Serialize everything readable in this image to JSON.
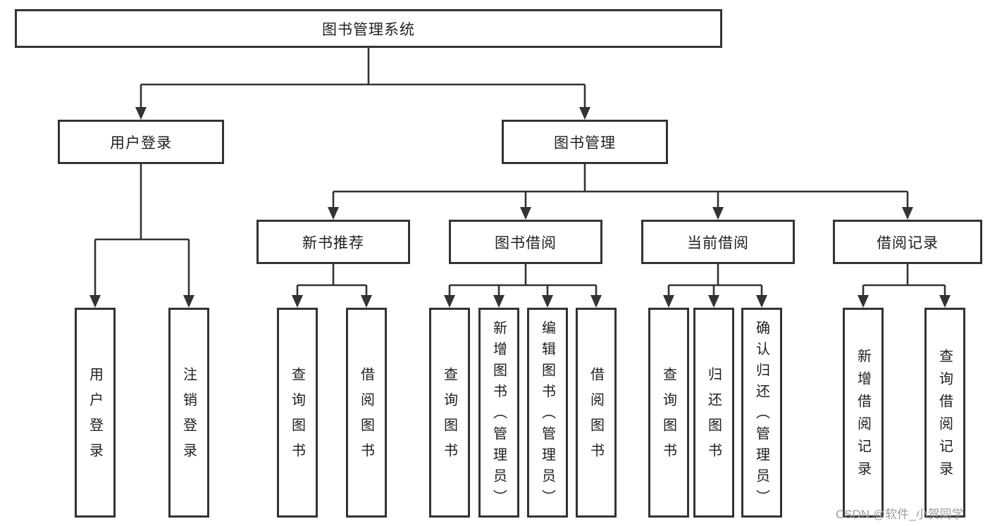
{
  "diagram": {
    "title": "图书管理系统",
    "root": {
      "label": "图书管理系统"
    },
    "level2": [
      {
        "label": "用户登录"
      },
      {
        "label": "图书管理"
      }
    ],
    "level3": [
      {
        "label": "新书推荐"
      },
      {
        "label": "图书借阅"
      },
      {
        "label": "当前借阅"
      },
      {
        "label": "借阅记录"
      }
    ],
    "leaves": {
      "user": [
        "用户登录",
        "注销登录"
      ],
      "newbook": [
        "查询图书",
        "借阅图书"
      ],
      "borrow": [
        "查询图书",
        "新增图书（管理员）",
        "编辑图书（管理员）",
        "借阅图书"
      ],
      "current": [
        "查询图书",
        "归还图书",
        "确认归还（管理员）"
      ],
      "records": [
        "新增借阅记录",
        "查询借阅记录"
      ]
    }
  },
  "colors": {
    "line": "#333333",
    "text": "#1f1f1f",
    "watermark_text": "#9c9c9c",
    "background": "#ffffff"
  },
  "watermark": "CSDN @软件_小贺同学"
}
